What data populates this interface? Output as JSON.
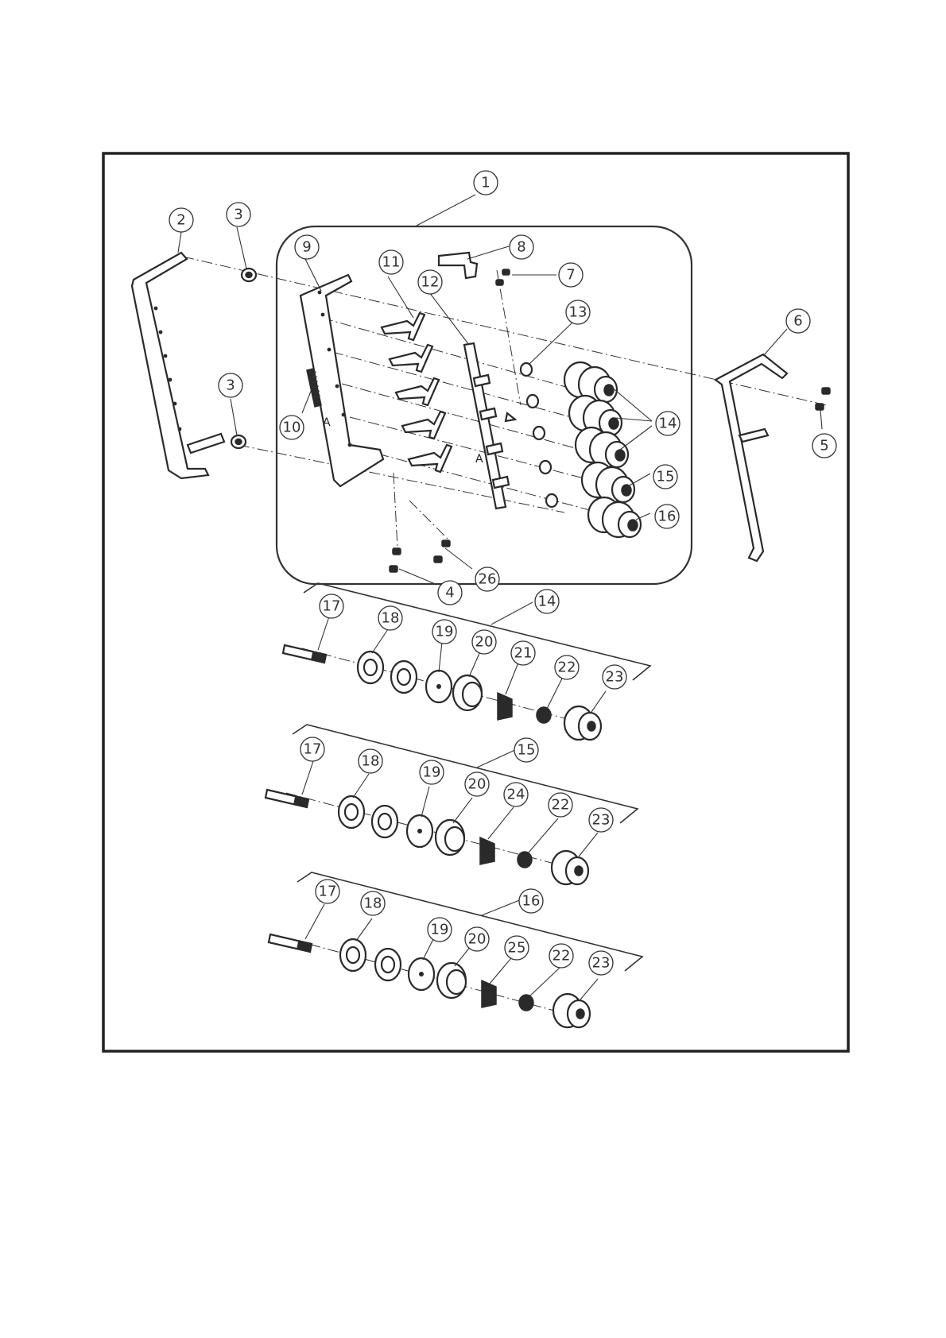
{
  "diagram": {
    "marks": {
      "a_left": "A",
      "a_right": "A"
    },
    "callouts": {
      "c1": "1",
      "c2": "2",
      "c3a": "3",
      "c3b": "3",
      "c4": "4",
      "c5": "5",
      "c6": "6",
      "c7": "7",
      "c8": "8",
      "c9": "9",
      "c10": "10",
      "c11": "11",
      "c12": "12",
      "c13": "13",
      "c14a": "14",
      "c15a": "15",
      "c16a": "16",
      "c26": "26",
      "c14b": "14",
      "c17a": "17",
      "c18a": "18",
      "c19a": "19",
      "c20a": "20",
      "c21": "21",
      "c22a": "22",
      "c23a": "23",
      "c15b": "15",
      "c17b": "17",
      "c18b": "18",
      "c19b": "19",
      "c20b": "20",
      "c24": "24",
      "c22b": "22",
      "c23b": "23",
      "c16b": "16",
      "c17c": "17",
      "c18c": "18",
      "c19c": "19",
      "c20c": "20",
      "c25": "25",
      "c22c": "22",
      "c23c": "23"
    }
  }
}
